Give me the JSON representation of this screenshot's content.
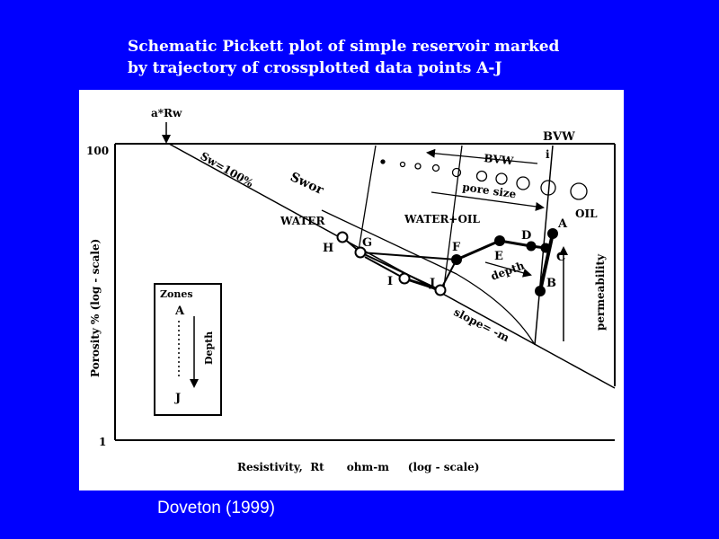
{
  "slide": {
    "title_line1": "Schematic Pickett plot of simple reservoir marked",
    "title_line2": "by trajectory of crossplotted data points A-J",
    "citation": "Doveton (1999)",
    "background_color": "#0000ff",
    "text_color": "#ffffff"
  },
  "diagram": {
    "top_label": "a*Rw",
    "y_tick_top": "100",
    "y_tick_bottom": "1",
    "y_axis_label": "Porosity %   (log - scale)",
    "x_axis_label": "Resistivity,  Rt      ohm-m     (log - scale)",
    "sw_line_label": "Sw=100%",
    "swor_label": "Swor",
    "water_label": "WATER",
    "water_oil_label": "WATER+OIL",
    "oil_label": "OIL",
    "bvw_top_label": "BVW",
    "bvw_arrow_label": "BVW",
    "pore_size_label": "pore size",
    "depth_label": "depth",
    "slope_label": "slope= -m",
    "permeability_label": "permeability",
    "zone_box": {
      "title": "Zones",
      "top_zone": "A",
      "bottom_zone": "J",
      "depth": "Depth"
    },
    "points": {
      "A": "A",
      "B": "B",
      "C": "C",
      "D": "D",
      "E": "E",
      "F": "F",
      "G": "G",
      "H": "H",
      "I": "I",
      "J": "J"
    }
  }
}
